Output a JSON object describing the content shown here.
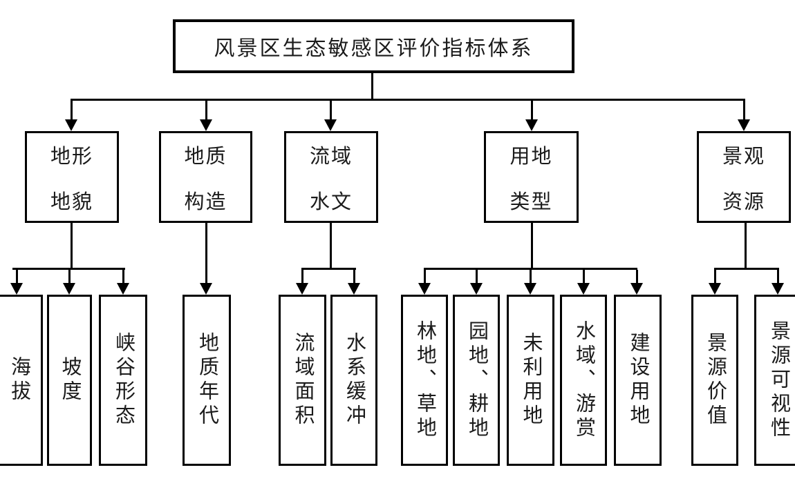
{
  "diagram": {
    "title": "风景区生态敏感区评价指标体系",
    "colors": {
      "line": "#000000",
      "background": "#ffffff",
      "text": "#1b1b1b"
    },
    "categories": [
      {
        "label": "地形地貌",
        "lines": [
          "地形",
          "地貌"
        ],
        "children": [
          "海拔",
          "坡度",
          "峡谷形态"
        ]
      },
      {
        "label": "地质构造",
        "lines": [
          "地质",
          "构造"
        ],
        "children": [
          "地质年代"
        ]
      },
      {
        "label": "流域水文",
        "lines": [
          "流域",
          "水文"
        ],
        "children": [
          "流域面积",
          "水系缓冲"
        ]
      },
      {
        "label": "用地类型",
        "lines": [
          "用地",
          "类型"
        ],
        "children": [
          "林地、草地",
          "园地、耕地",
          "未利用地",
          "水域、游赏",
          "建设用地"
        ]
      },
      {
        "label": "景观资源",
        "lines": [
          "景观",
          "资源"
        ],
        "children": [
          "景源价值",
          "景源可视性"
        ]
      }
    ]
  }
}
